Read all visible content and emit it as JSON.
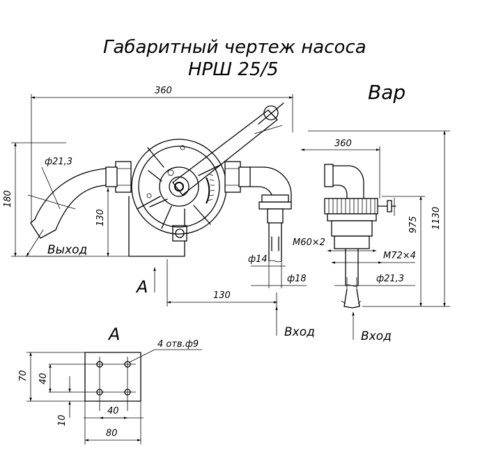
{
  "title": {
    "line1": "Габаритный чертеж насоса",
    "line2": "НРШ 25/5"
  },
  "view_labels": {
    "side_view": "Вар",
    "view_a": "А",
    "view_a_marker": "А"
  },
  "flow_labels": {
    "outlet": "Выход",
    "inlet_front": "Вход",
    "inlet_side": "Вход"
  },
  "dimensions": {
    "front_width": "360",
    "front_height": "180",
    "front_mid_height": "130",
    "front_bottom_offset": "130",
    "outlet_diameter": "ф21,3",
    "pipe_inner": "ф14",
    "pipe_outer": "ф18",
    "side_width": "360",
    "side_total_height": "1130",
    "side_body_height": "975",
    "thread_m60": "М60×2",
    "thread_m72": "М72×4",
    "side_inlet_diameter": "ф21,3",
    "holes": "4 отв.ф9",
    "base_height": "70",
    "hole_spacing_v": "40",
    "hole_offset_v": "10",
    "hole_spacing_h": "40",
    "base_width": "80"
  }
}
